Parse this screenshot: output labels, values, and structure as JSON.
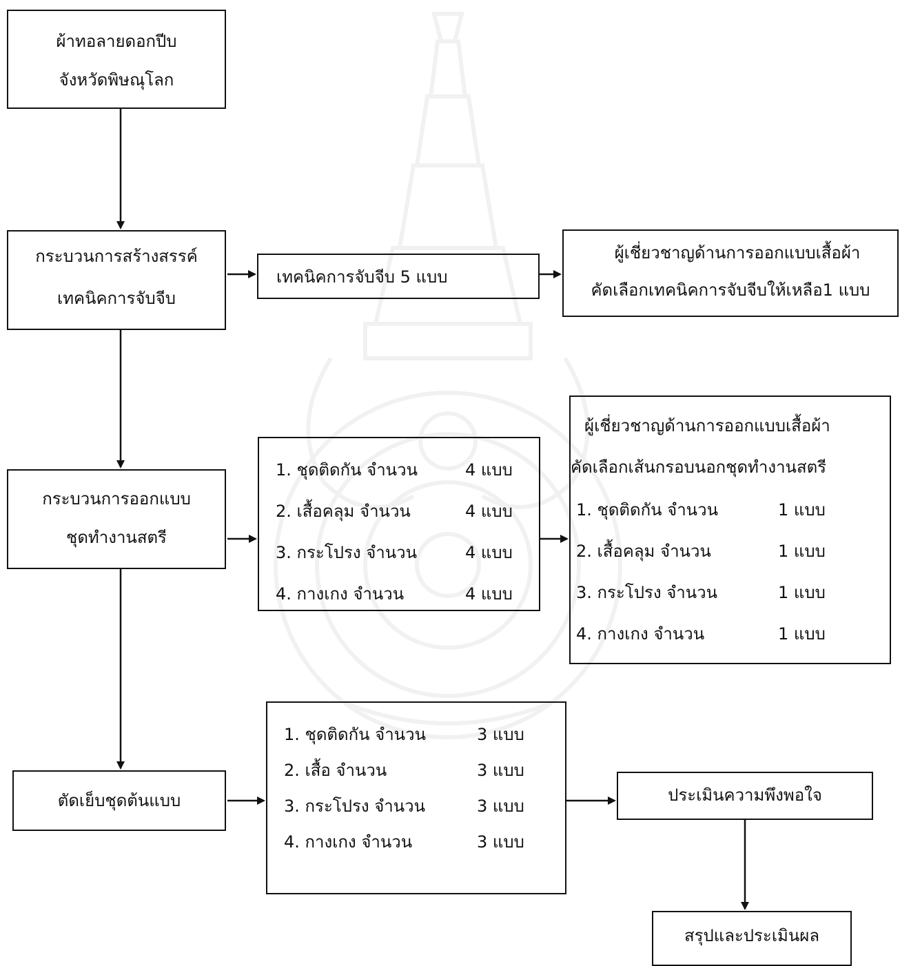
{
  "nodes": {
    "source": {
      "lines": [
        "ผ้าทอลายดอกปีบ",
        "จังหวัดพิษณุโลก"
      ]
    },
    "creative_process": {
      "lines": [
        "กระบวนการสร้างสรรค์",
        "เทคนิคการจับจีบ"
      ]
    },
    "pleat_techniques": {
      "text": "เทคนิคการจับจีบ  5  แบบ"
    },
    "expert_select_pleat": {
      "lines": [
        "ผู้เชี่ยวชาญด้านการออกแบบเสื้อผ้า",
        "คัดเลือกเทคนิคการจับจีบให้เหลือ1 แบบ"
      ]
    },
    "design_process": {
      "lines": [
        "กระบวนการออกแบบ",
        "ชุดทำงานสตรี"
      ]
    },
    "design_list": {
      "items": [
        {
          "name": "1. ชุดติดกัน  จำนวน",
          "count": "4 แบบ"
        },
        {
          "name": "2. เสื้อคลุม  จำนวน",
          "count": "4 แบบ"
        },
        {
          "name": "3. กระโปรง จำนวน",
          "count": "4 แบบ"
        },
        {
          "name": "4. กางเกง  จำนวน",
          "count": "4 แบบ"
        }
      ]
    },
    "expert_select_outline": {
      "lines": [
        "ผู้เชี่ยวชาญด้านการออกแบบเสื้อผ้า",
        "คัดเลือกเส้นกรอบนอกชุดทำงานสตรี"
      ],
      "items": [
        {
          "name": "1. ชุดติดกัน  จำนวน",
          "count": "1 แบบ"
        },
        {
          "name": "2. เสื้อคลุม  จำนวน",
          "count": "1 แบบ"
        },
        {
          "name": "3. กระโปรง จำนวน",
          "count": "1 แบบ"
        },
        {
          "name": "4. กางเกง  จำนวน",
          "count": "1 แบบ"
        }
      ]
    },
    "sew_prototype": {
      "text": "ตัดเย็บชุดต้นแบบ"
    },
    "prototype_list": {
      "items": [
        {
          "name": "1. ชุดติดกัน  จำนวน",
          "count": "3 แบบ"
        },
        {
          "name": "2. เสื้อ  จำนวน",
          "count": "3 แบบ"
        },
        {
          "name": "3. กระโปรง จำนวน",
          "count": "3 แบบ"
        },
        {
          "name": "4. กางเกง  จำนวน",
          "count": "3 แบบ"
        }
      ]
    },
    "satisfaction": {
      "text": "ประเมินความพึงพอใจ"
    },
    "conclusion": {
      "text": "สรุปและประเมินผล"
    }
  },
  "colors": {
    "line": "#111111",
    "watermark": "#9a9a9a"
  }
}
